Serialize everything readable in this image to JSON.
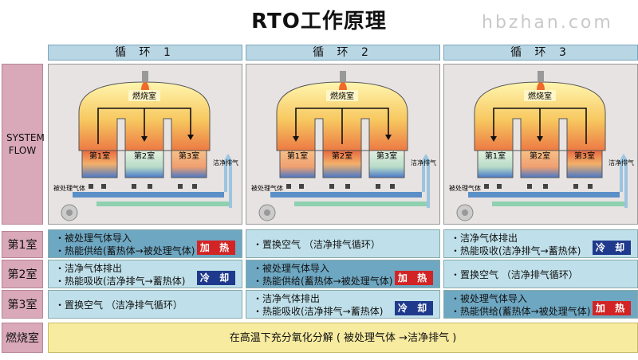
{
  "title": "RTO工作原理",
  "watermark": "hbzhan.com",
  "cycles": [
    "循 环 1",
    "循 环 2",
    "循 环 3"
  ],
  "row_labels": {
    "system_flow": "SYSTEM FLOW",
    "room1": "第1室",
    "room2": "第2室",
    "room3": "第3室",
    "combustor": "燃烧室"
  },
  "diagram_labels": {
    "combustion_chamber": "燃烧室",
    "rooms": [
      "第1室",
      "第2室",
      "第3室"
    ],
    "treated_gas": "被处理气体",
    "clean_exhaust": "洁净排气"
  },
  "cells": {
    "c1_r1": {
      "lines": [
        "・被处理气体导入",
        "・热能供给(蓄热体→被处理气体)"
      ],
      "badge": "加 热"
    },
    "c1_r2": {
      "lines": [
        "・洁净气体排出",
        "・热能吸收(洁净排气→蓄热体)"
      ],
      "badge": "冷 却"
    },
    "c1_r3": {
      "lines": [
        "・置换空气 （洁净排气循环）"
      ],
      "badge": ""
    },
    "c2_r1": {
      "lines": [
        "・置换空气 （洁净排气循环）"
      ],
      "badge": ""
    },
    "c2_r2": {
      "lines": [
        "・被处理气体导入",
        "・热能供给(蓄热体→被处理气体)"
      ],
      "badge": "加 热"
    },
    "c2_r3": {
      "lines": [
        "・洁净气体排出",
        "・热能吸收(洁净排气→蓄热体)"
      ],
      "badge": "冷 却"
    },
    "c3_r1": {
      "lines": [
        "・洁净气体排出",
        "・热能吸收(洁净排气→蓄热体)"
      ],
      "badge": "冷 却"
    },
    "c3_r2": {
      "lines": [
        "・置换空气 （洁净排气循环）"
      ],
      "badge": ""
    },
    "c3_r3": {
      "lines": [
        "・被处理气体导入",
        "・热能供给(蓄热体→被处理气体)"
      ],
      "badge": "加 热"
    }
  },
  "combustor_text": "在高温下充分氧化分解 ( 被处理气体 →洁净排气 )",
  "colors": {
    "heat_badge": "#d22424",
    "cool_badge": "#1f3a8c",
    "supply_blue": "#6ea7c2",
    "purge_green": "#bfe0ea"
  }
}
